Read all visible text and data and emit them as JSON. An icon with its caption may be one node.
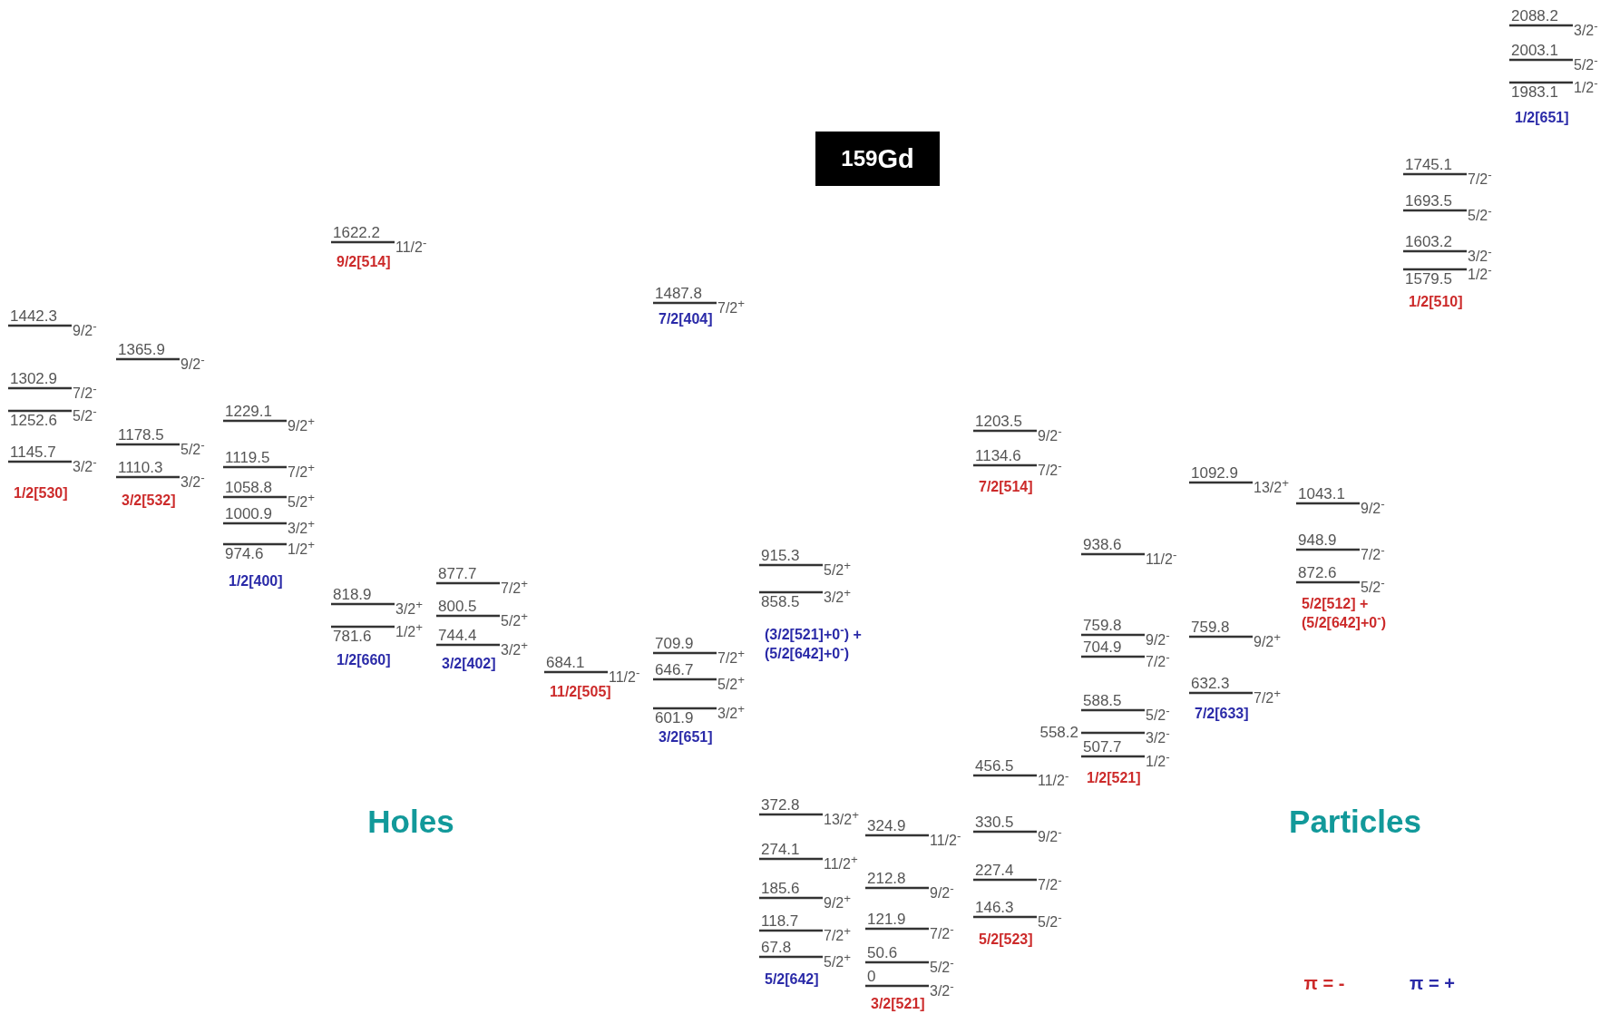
{
  "diagram": {
    "title": "$^{159}$Gd",
    "labels": [
      "1442.3",
      "9/2$^{-}$",
      "1302.9",
      "7/2$^{-}$",
      "1252.6",
      "5/2$^{-}$",
      "1145.7",
      "3/2$^{-}$",
      "1/2[530]",
      "1365.9",
      "9/2$^{-}$",
      "1178.5",
      "5/2$^{-}$",
      "1110.3",
      "3/2$^{-}$",
      "3/2[532]",
      "1229.1",
      "9/2$^{+}$",
      "1119.5",
      "7/2$^{+}$",
      "1058.8",
      "5/2$^{+}$",
      "1000.9",
      "3/2$^{+}$",
      "974.6",
      "1/2$^{+}$",
      "1/2[400]",
      "1622.2",
      "11/2$^{-}$",
      "9/2[514]",
      "818.9",
      "3/2$^{+}$",
      "781.6",
      "1/2$^{+}$",
      "1/2[660]",
      "877.7",
      "7/2$^{+}$",
      "800.5",
      "5/2$^{+}$",
      "744.4",
      "3/2$^{+}$",
      "3/2[402]",
      "684.1",
      "11/2$^{-}$",
      "11/2[505]",
      "1487.8",
      "7/2$^{+}$",
      "7/2[404]",
      "709.9",
      "7/2$^{+}$",
      "646.7",
      "5/2$^{+}$",
      "601.9",
      "3/2$^{+}$",
      "3/2[651]",
      "915.3",
      "5/2$^{+}$",
      "858.5",
      "3/2$^{+}$",
      "(3/2[521]+0$^{-}$) + (5/2[642]+0$^{-}$)",
      "372.8",
      "13/2$^{+}$",
      "274.1",
      "11/2$^{+}$",
      "185.6",
      "9/2$^{+}$",
      "118.7",
      "7/2$^{+}$",
      "67.8",
      "5/2$^{+}$",
      "5/2[642]",
      "324.9",
      "11/2$^{-}$",
      "212.8",
      "9/2$^{-}$",
      "121.9",
      "7/2$^{-}$",
      "50.6",
      "5/2$^{-}$",
      "0",
      "3/2$^{-}$",
      "3/2[521]",
      "1203.5",
      "9/2$^{-}$",
      "1134.6",
      "7/2$^{-}$",
      "7/2[514]",
      "456.5",
      "11/2$^{-}$",
      "330.5",
      "9/2$^{-}$",
      "227.4",
      "7/2$^{-}$",
      "146.3",
      "5/2$^{-}$",
      "5/2[523]",
      "938.6",
      "11/2$^{-}$",
      "759.8",
      "9/2$^{-}$",
      "704.9",
      "7/2$^{-}$",
      "588.5",
      "5/2$^{-}$",
      "558.2",
      "3/2$^{-}$",
      "507.7",
      "1/2$^{-}$",
      "1/2[521]",
      "1092.9",
      "13/2$^{+}$",
      "759.8",
      "9/2$^{+}$",
      "632.3",
      "7/2$^{+}$",
      "7/2[633]",
      "1043.1",
      "9/2$^{-}$",
      "948.9",
      "7/2$^{-}$",
      "872.6",
      "5/2$^{-}$",
      "5/2[512] + (5/2[642]+0$^{-}$)",
      "1745.1",
      "7/2$^{-}$",
      "1693.5",
      "5/2$^{-}$",
      "1603.2",
      "3/2$^{-}$",
      "1579.5",
      "1/2$^{-}$",
      "1/2[510]",
      "2088.2",
      "3/2$^{-}$",
      "2003.1",
      "5/2$^{-}$",
      "1983.1",
      "1/2$^{-}$",
      "1/2[651]",
      "Holes",
      "Particles"
    ],
    "legend": [
      {
        "text": "π = -",
        "color": "#cc2a2a"
      },
      {
        "text": "π = +",
        "color": "#2a2aa8"
      }
    ]
  }
}
